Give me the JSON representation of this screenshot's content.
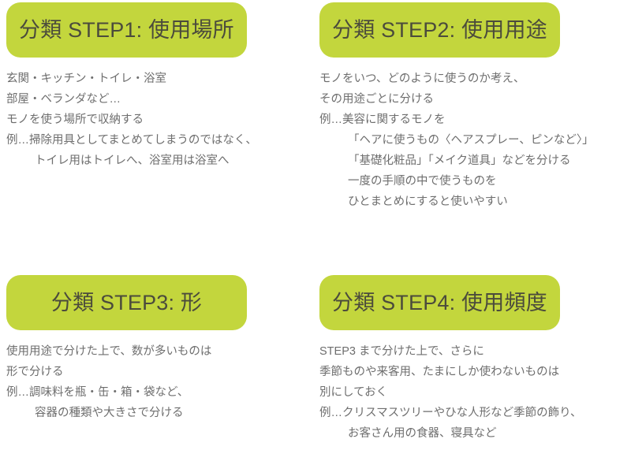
{
  "page": {
    "background_color": "#ffffff",
    "accent_color": "#c3d63d",
    "title_color": "#4b4b3c",
    "body_color": "#6e6e6e"
  },
  "steps": [
    {
      "id": "step1",
      "title": "分類 STEP1: 使用場所",
      "title_align": "left",
      "lines": [
        {
          "text": "玄関・キッチン・トイレ・浴室",
          "indent": 0
        },
        {
          "text": "部屋・ベランダなど…",
          "indent": 0
        },
        {
          "text": "モノを使う場所で収納する",
          "indent": 0
        },
        {
          "text": "例…掃除用具としてまとめてしまうのではなく、",
          "indent": 0
        },
        {
          "text": "トイレ用はトイレへ、浴室用は浴室へ",
          "indent": 1
        }
      ]
    },
    {
      "id": "step2",
      "title": "分類 STEP2: 使用用途",
      "title_align": "left",
      "lines": [
        {
          "text": "モノをいつ、どのように使うのか考え、",
          "indent": 0
        },
        {
          "text": "その用途ごとに分ける",
          "indent": 0
        },
        {
          "text": "例…美容に関するモノを",
          "indent": 0
        },
        {
          "text": "「ヘアに使うもの〈ヘアスプレー、ピンなど〉」",
          "indent": 1
        },
        {
          "text": "「基礎化粧品」「メイク道具」などを分ける",
          "indent": 1
        },
        {
          "text": "一度の手順の中で使うものを",
          "indent": 1
        },
        {
          "text": "ひとまとめにすると使いやすい",
          "indent": 1
        }
      ]
    },
    {
      "id": "step3",
      "title": "分類 STEP3: 形",
      "title_align": "center",
      "lines": [
        {
          "text": "使用用途で分けた上で、数が多いものは",
          "indent": 0
        },
        {
          "text": "形で分ける",
          "indent": 0
        },
        {
          "text": "例…調味料を瓶・缶・箱・袋など、",
          "indent": 0
        },
        {
          "text": "容器の種類や大きさで分ける",
          "indent": 1
        }
      ]
    },
    {
      "id": "step4",
      "title": "分類 STEP4: 使用頻度",
      "title_align": "left",
      "lines": [
        {
          "text": "STEP3 まで分けた上で、さらに",
          "indent": 0
        },
        {
          "text": "季節ものや来客用、たまにしか使わないものは",
          "indent": 0
        },
        {
          "text": "別にしておく",
          "indent": 0
        },
        {
          "text": "例…クリスマスツリーやひな人形など季節の飾り、",
          "indent": 0
        },
        {
          "text": "お客さん用の食器、寝具など",
          "indent": 1
        }
      ]
    }
  ]
}
